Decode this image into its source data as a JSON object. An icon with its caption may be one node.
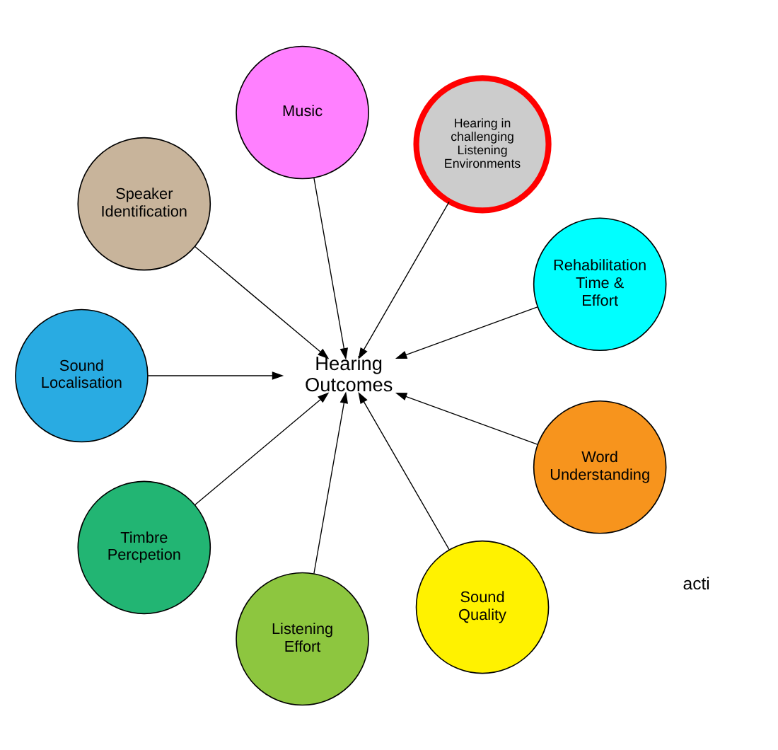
{
  "diagram": {
    "nodes": [
      {
        "text": [
          "Hearing Outcomes"
        ]
      },
      {
        "text": [
          "Word Understanding"
        ]
      },
      {
        "text": [
          "Sound Quality"
        ]
      },
      {
        "text": [
          "Listening Effort"
        ]
      },
      {
        "text": [
          "Timbre Percpetion"
        ]
      },
      {
        "text": [
          "Sound Localisation"
        ]
      },
      {
        "text": [
          "Speaker Identification"
        ]
      },
      {
        "text": [
          "Music"
        ]
      },
      {
        "text": [
          "Hearing in challenging Listening Environments"
        ]
      },
      {
        "text": [
          "Rehabilitation Time & Effort"
        ]
      }
    ],
    "edges": [
      {
        "from": 1,
        "to": 0,
        "arrow": "to"
      },
      {
        "from": 2,
        "to": 0,
        "arrow": "to"
      },
      {
        "from": 3,
        "to": 0,
        "arrow": "to"
      },
      {
        "from": 4,
        "to": 0,
        "arrow": "to"
      },
      {
        "from": 5,
        "to": 0,
        "arrow": "to"
      },
      {
        "from": 6,
        "to": 0,
        "arrow": "to"
      },
      {
        "from": 7,
        "to": 0,
        "arrow": "to"
      },
      {
        "from": 8,
        "to": 0,
        "arrow": "to"
      },
      {
        "from": 9,
        "to": 0,
        "arrow": "to"
      }
    ],
    "labels": [
      "acti"
    ]
  }
}
